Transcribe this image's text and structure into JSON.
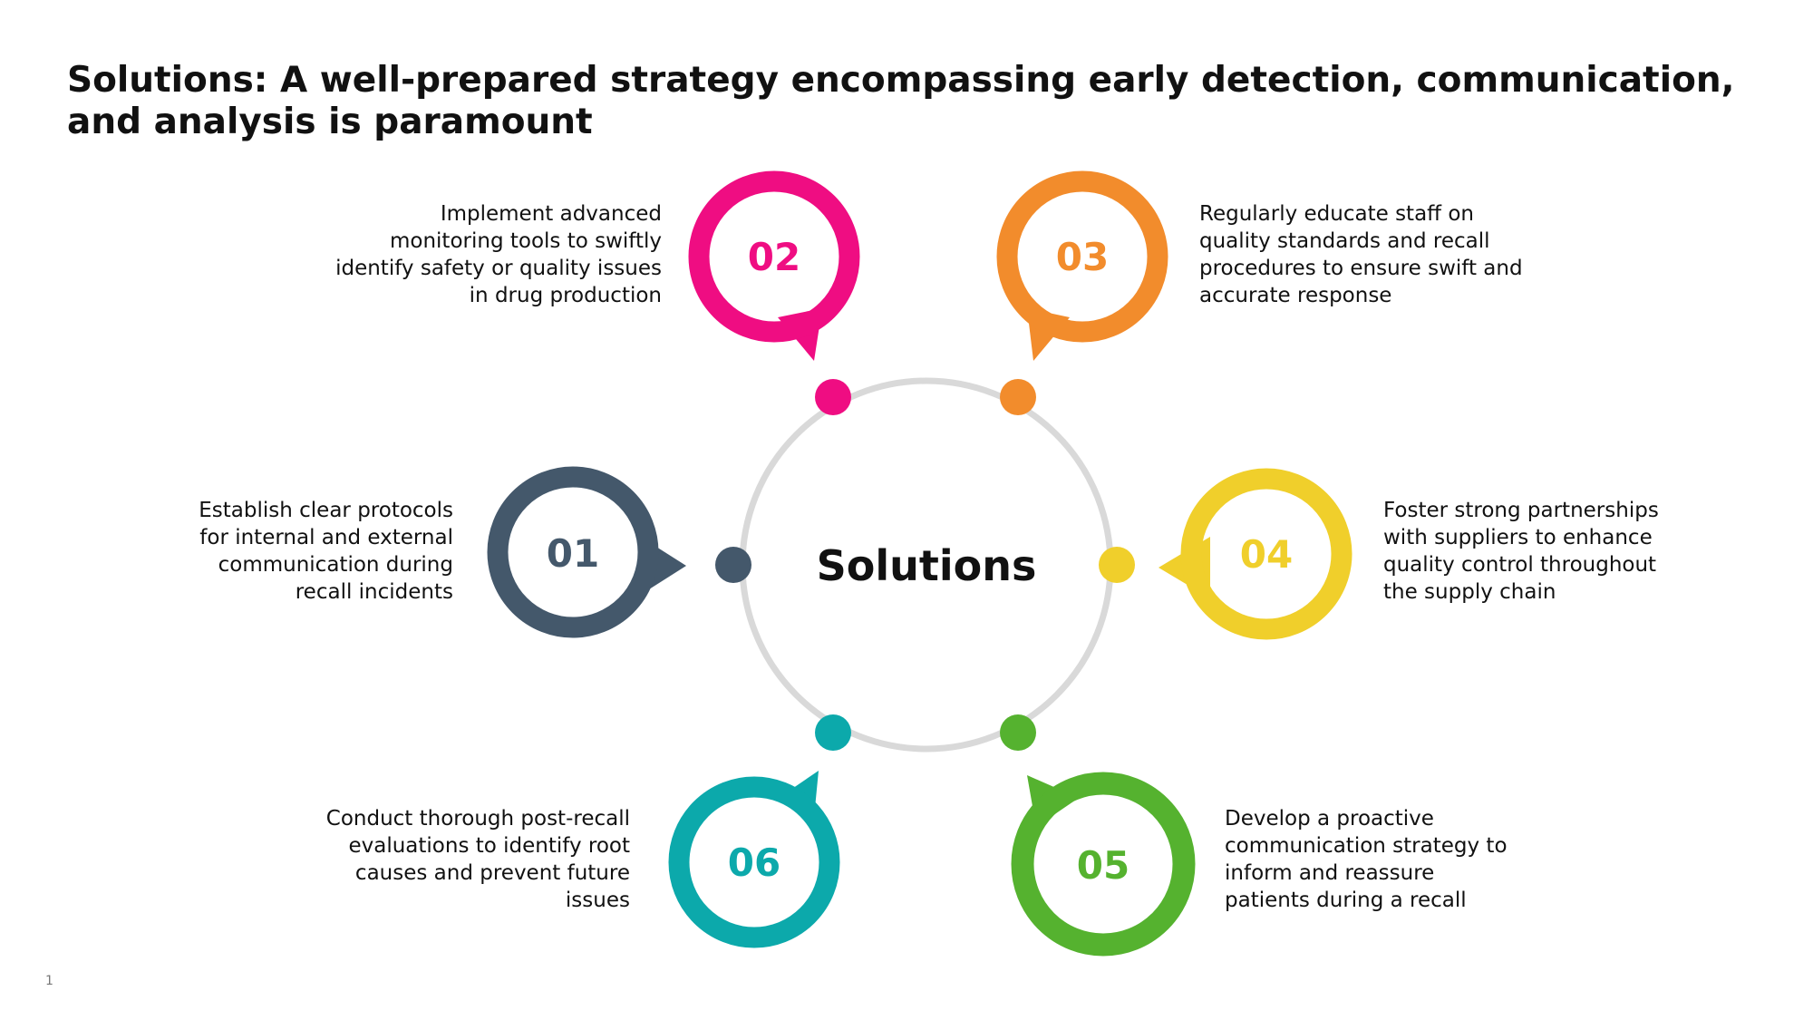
{
  "title": "Solutions: A well-prepared strategy encompassing early detection, communication, and analysis is paramount",
  "center_label": "Solutions",
  "ring_color": "#d9d9d9",
  "steps": [
    {
      "number": "01",
      "color": "#44586b",
      "text": "Establish clear protocols for internal and external communication during recall incidents"
    },
    {
      "number": "02",
      "color": "#ef0d82",
      "text": "Implement advanced monitoring tools to swiftly identify safety or quality issues in drug production"
    },
    {
      "number": "03",
      "color": "#f28c2c",
      "text": "Regularly educate staff on quality standards and recall procedures to ensure swift and accurate response"
    },
    {
      "number": "04",
      "color": "#f0cf2b",
      "text": "Foster strong partnerships with suppliers to enhance quality control throughout the supply chain"
    },
    {
      "number": "05",
      "color": "#55b22f",
      "text": "Develop a proactive communication strategy to inform and reassure patients during a recall"
    },
    {
      "number": "06",
      "color": "#0ca9ab",
      "text": "Conduct thorough post-recall evaluations to identify root causes and prevent future issues"
    }
  ],
  "page_number": "1"
}
